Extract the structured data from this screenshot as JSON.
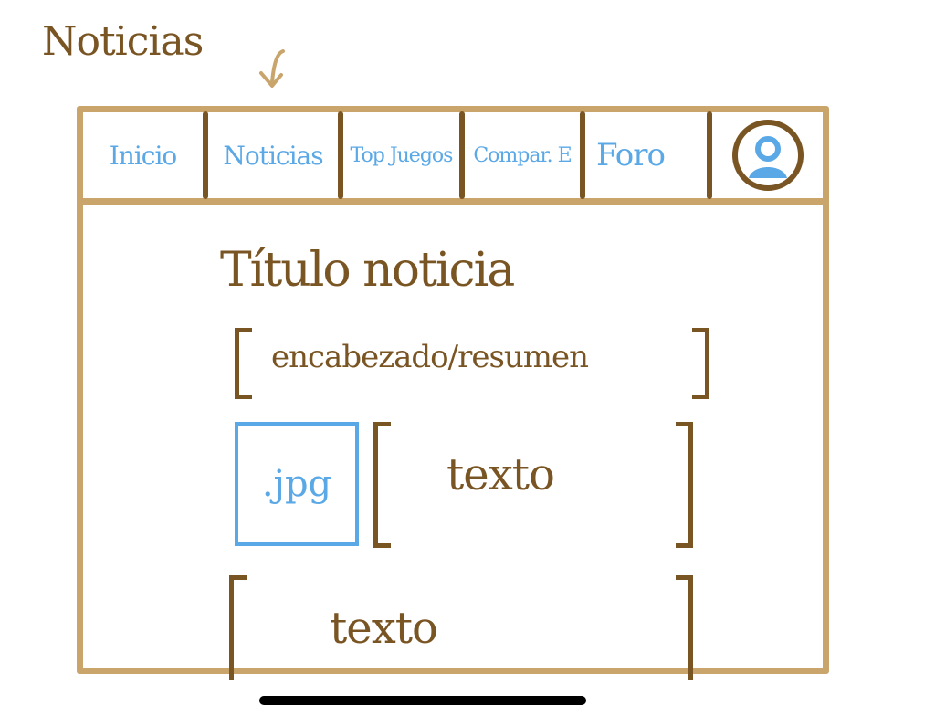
{
  "page": {
    "title": "Noticias"
  },
  "nav": {
    "items": [
      {
        "label": "Inicio"
      },
      {
        "label": "Noticias"
      },
      {
        "label": "Top Juegos"
      },
      {
        "label": "Compar. E"
      },
      {
        "label": "Foro"
      }
    ],
    "profile_icon": "user-avatar-icon"
  },
  "article": {
    "title": "Título noticia",
    "summary": "encabezado/resumen",
    "image_label": ".jpg",
    "body_text_1": "texto",
    "body_text_2": "texto"
  },
  "colors": {
    "frame": "#c9a56b",
    "ink_brown": "#7a5524",
    "ink_blue": "#5aa8e6"
  }
}
